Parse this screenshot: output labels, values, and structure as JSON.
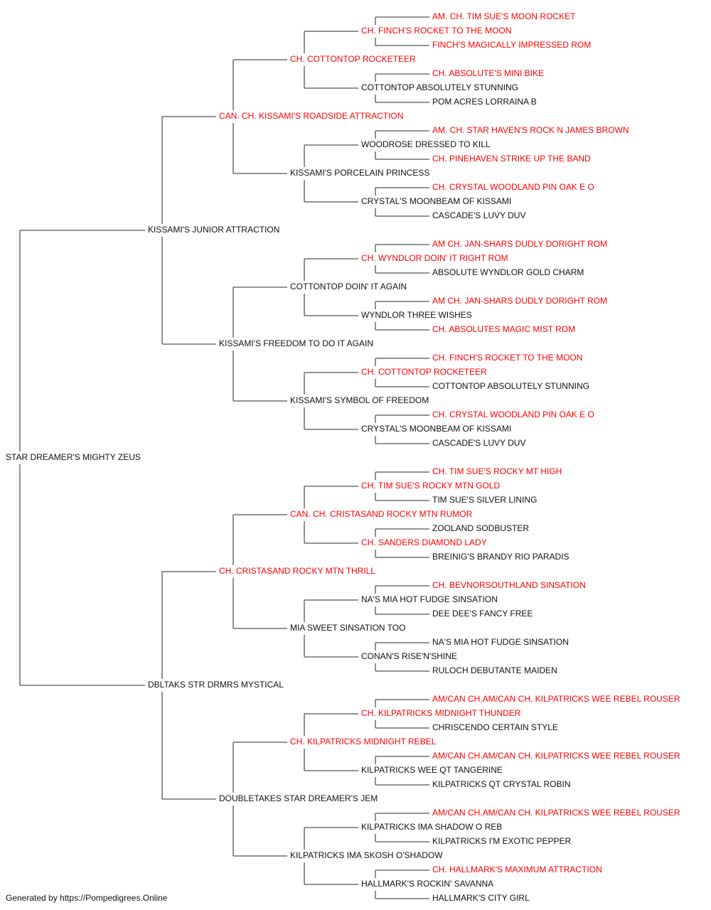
{
  "colors": {
    "champion": "#ff0000",
    "normal": "#111111",
    "connector": "#555555"
  },
  "subject": {
    "name": "STAR DREAMER'S MIGHTY ZEUS",
    "champion": false
  },
  "generations": [
    [
      {
        "name": "KISSAMI'S JUNIOR ATTRACTION",
        "champion": false
      },
      {
        "name": "DBLTAKS STR DRMRS MYSTICAL",
        "champion": false
      }
    ],
    [
      {
        "name": "CAN. CH. KISSAMI'S ROADSIDE ATTRACTION",
        "champion": true
      },
      {
        "name": "KISSAMI'S FREEDOM TO DO IT AGAIN",
        "champion": false
      },
      {
        "name": "CH. CRISTASAND ROCKY MTN THRILL",
        "champion": true
      },
      {
        "name": "DOUBLETAKES STAR DREAMER'S JEM",
        "champion": false
      }
    ],
    [
      {
        "name": "CH. COTTONTOP ROCKETEER",
        "champion": true
      },
      {
        "name": "KISSAMI'S PORCELAIN PRINCESS",
        "champion": false
      },
      {
        "name": "COTTONTOP DOIN' IT AGAIN",
        "champion": false
      },
      {
        "name": "KISSAMI'S SYMBOL OF FREEDOM",
        "champion": false
      },
      {
        "name": "CAN. CH. CRISTASAND ROCKY MTN RUMOR",
        "champion": true
      },
      {
        "name": "MIA SWEET SINSATION TOO",
        "champion": false
      },
      {
        "name": "CH. KILPATRICKS MIDNIGHT REBEL",
        "champion": true
      },
      {
        "name": "KILPATRICKS IMA SKOSH O'SHADOW",
        "champion": false
      }
    ],
    [
      {
        "name": "CH. FINCH'S ROCKET TO THE MOON",
        "champion": true
      },
      {
        "name": "COTTONTOP ABSOLUTELY STUNNING",
        "champion": false
      },
      {
        "name": "WOODROSE DRESSED TO KILL",
        "champion": false
      },
      {
        "name": "CRYSTAL'S MOONBEAM OF KISSAMI",
        "champion": false
      },
      {
        "name": "CH. WYNDLOR DOIN' IT RIGHT ROM",
        "champion": true
      },
      {
        "name": "WYNDLOR THREE WISHES",
        "champion": false
      },
      {
        "name": "CH. COTTONTOP ROCKETEER",
        "champion": true
      },
      {
        "name": "CRYSTAL'S MOONBEAM OF KISSAMI",
        "champion": false
      },
      {
        "name": "CH. TIM SUE'S ROCKY MTN GOLD",
        "champion": true
      },
      {
        "name": "CH. SANDERS DIAMOND LADY",
        "champion": true
      },
      {
        "name": "NA'S MIA HOT FUDGE SINSATION",
        "champion": false
      },
      {
        "name": "CONAN'S RISE'N'SHINE",
        "champion": false
      },
      {
        "name": "CH. KILPATRICKS MIDNIGHT THUNDER",
        "champion": true
      },
      {
        "name": "KILPATRICKS WEE QT TANGERINE",
        "champion": false
      },
      {
        "name": "KILPATRICKS IMA SHADOW O REB",
        "champion": false
      },
      {
        "name": "HALLMARK'S ROCKIN' SAVANNA",
        "champion": false
      }
    ],
    [
      {
        "name": "AM. CH. TIM SUE'S MOON ROCKET",
        "champion": true
      },
      {
        "name": "FINCH'S MAGICALLY IMPRESSED ROM",
        "champion": true
      },
      {
        "name": "CH. ABSOLUTE'S MINI BIKE",
        "champion": true
      },
      {
        "name": "POM ACRES LORRAINA B",
        "champion": false
      },
      {
        "name": "AM. CH. STAR HAVEN'S ROCK N JAMES BROWN",
        "champion": true
      },
      {
        "name": "CH. PINEHAVEN STRIKE UP THE BAND",
        "champion": true
      },
      {
        "name": "CH. CRYSTAL WOODLAND PIN OAK E O",
        "champion": true
      },
      {
        "name": "CASCADE'S LUVY DUV",
        "champion": false
      },
      {
        "name": "AM CH. JAN-SHARS DUDLY DORIGHT ROM",
        "champion": true
      },
      {
        "name": "ABSOLUTE WYNDLOR GOLD CHARM",
        "champion": false
      },
      {
        "name": "AM CH. JAN-SHARS DUDLY DORIGHT ROM",
        "champion": true
      },
      {
        "name": "CH. ABSOLUTES MAGIC MIST ROM",
        "champion": true
      },
      {
        "name": "CH. FINCH'S ROCKET TO THE MOON",
        "champion": true
      },
      {
        "name": "COTTONTOP ABSOLUTELY STUNNING",
        "champion": false
      },
      {
        "name": "CH. CRYSTAL WOODLAND PIN OAK E O",
        "champion": true
      },
      {
        "name": "CASCADE'S LUVY DUV",
        "champion": false
      },
      {
        "name": "CH. TIM SUE'S ROCKY MT HIGH",
        "champion": true
      },
      {
        "name": "TIM SUE'S SILVER LINING",
        "champion": false
      },
      {
        "name": "ZOOLAND SODBUSTER",
        "champion": false
      },
      {
        "name": "BREINIG'S BRANDY RIO PARADIS",
        "champion": false
      },
      {
        "name": "CH. BEVNORSOUTHLAND SINSATION",
        "champion": true
      },
      {
        "name": "DEE DEE'S FANCY FREE",
        "champion": false
      },
      {
        "name": "NA'S MIA HOT FUDGE SINSATION",
        "champion": false
      },
      {
        "name": "RULOCH DEBUTANTE MAIDEN",
        "champion": false
      },
      {
        "name": "AM/CAN CH.AM/CAN CH. KILPATRICKS WEE REBEL ROUSER",
        "champion": true
      },
      {
        "name": "CHRISCENDO CERTAIN STYLE",
        "champion": false
      },
      {
        "name": "AM/CAN CH.AM/CAN CH. KILPATRICKS WEE REBEL ROUSER",
        "champion": true
      },
      {
        "name": "KILPATRICKS QT CRYSTAL ROBIN",
        "champion": false
      },
      {
        "name": "AM/CAN CH.AM/CAN CH. KILPATRICKS WEE REBEL ROUSER",
        "champion": true
      },
      {
        "name": "KILPATRICKS I'M EXOTIC PEPPER",
        "champion": false
      },
      {
        "name": "CH. HALLMARK'S MAXIMUM ATTRACTION",
        "champion": true
      },
      {
        "name": "HALLMARK'S CITY GIRL",
        "champion": false
      }
    ]
  ],
  "footer": "Generated by https://Pompedigrees.Online"
}
